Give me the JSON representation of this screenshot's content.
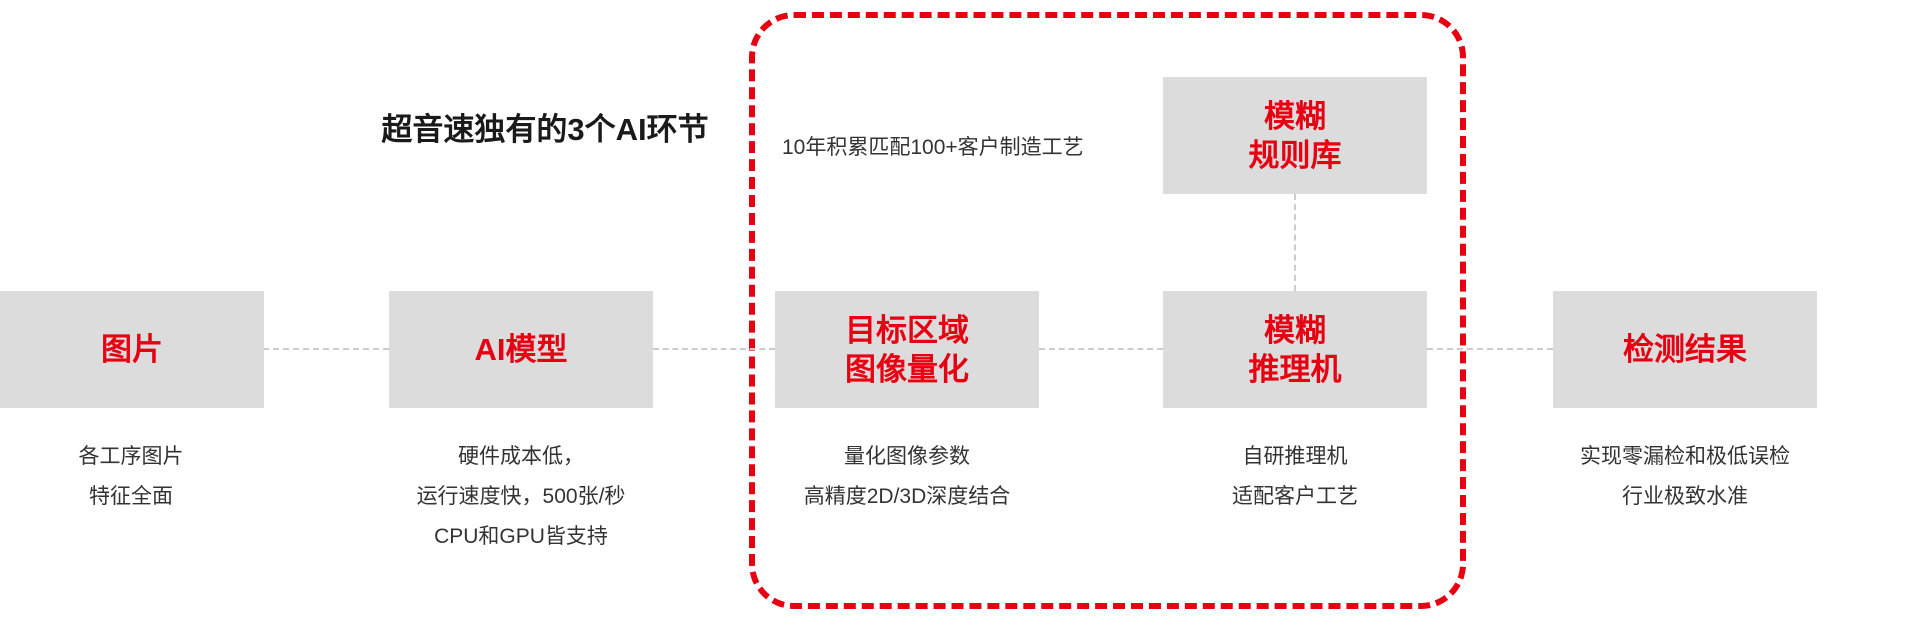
{
  "colors": {
    "accent_red": "#e60012",
    "box_gray": "#dcdcdc",
    "caption_color": "#333333",
    "connector_color": "#cccccc",
    "title_color": "#1a1a1a"
  },
  "header": {
    "title": "超音速独有的3个AI环节",
    "annotation": "10年积累匹配100+客户制造工艺"
  },
  "nodes": [
    {
      "id": "image",
      "lines": [
        "图片"
      ],
      "captions": [
        "各工序图片",
        "特征全面"
      ]
    },
    {
      "id": "ai-model",
      "lines": [
        "AI模型"
      ],
      "captions": [
        "硬件成本低，",
        "运行速度快，500张/秒",
        "CPU和GPU皆支持"
      ]
    },
    {
      "id": "target-region-quantization",
      "lines": [
        "目标区域",
        "图像量化"
      ],
      "captions": [
        "量化图像参数",
        "高精度2D/3D深度结合"
      ]
    },
    {
      "id": "fuzzy-rule-base",
      "lines": [
        "模糊",
        "规则库"
      ],
      "captions": []
    },
    {
      "id": "fuzzy-inference-engine",
      "lines": [
        "模糊",
        "推理机"
      ],
      "captions": [
        "自研推理机",
        "适配客户工艺"
      ]
    },
    {
      "id": "detection-result",
      "lines": [
        "检测结果"
      ],
      "captions": [
        "实现零漏检和极低误检",
        "行业极致水准"
      ]
    }
  ]
}
